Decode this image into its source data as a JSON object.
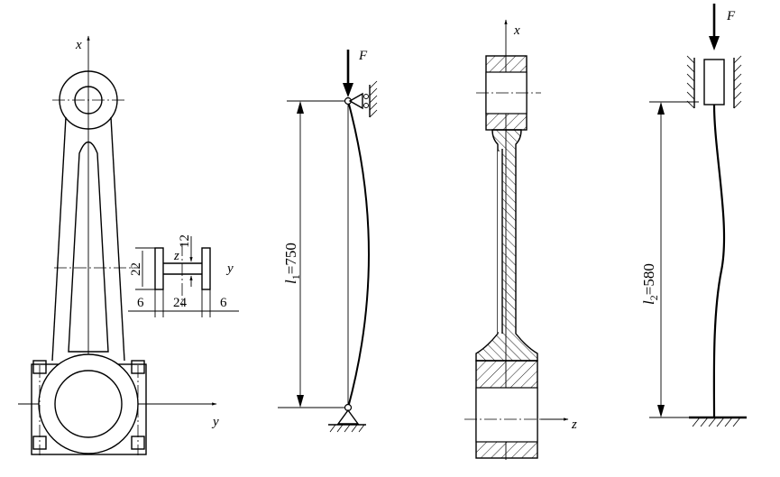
{
  "fig1": {
    "axis_x": "x",
    "axis_y": "y",
    "section": {
      "axis_z": "z",
      "axis_y": "y",
      "dim_height": "22",
      "dim_web": "12",
      "dim_flange_left": "6",
      "dim_width": "24",
      "dim_flange_right": "6"
    }
  },
  "fig2": {
    "force": "F",
    "length_symbol": "l",
    "length_sub": "1",
    "length_value": "=750"
  },
  "fig3": {
    "axis_x": "x",
    "axis_z": "z"
  },
  "fig4": {
    "force": "F",
    "length_symbol": "l",
    "length_sub": "2",
    "length_value": "=580"
  }
}
